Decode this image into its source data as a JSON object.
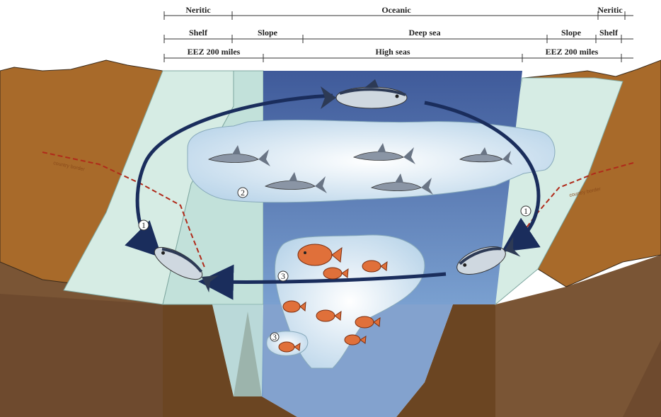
{
  "scale_bars": {
    "row1": {
      "left": "Neritic",
      "center": "Oceanic",
      "right": "Neritic"
    },
    "row2": {
      "left": "Shelf",
      "left_slope": "Slope",
      "center": "Deep sea",
      "right_slope": "Slope",
      "right": "Shelf"
    },
    "row3": {
      "left": "EEZ 200 miles",
      "center": "High seas",
      "right": "EEZ 200 miles"
    }
  },
  "markers": {
    "m1": "1",
    "m1r": "1",
    "m2": "2",
    "m3": "3",
    "m3b": "3"
  },
  "border_labels": {
    "left": "country border",
    "right": "country border"
  },
  "colors": {
    "land": "#a86a2a",
    "land_dark": "#6b4522",
    "sea_floor": "#7a5535",
    "shelf_water": "#d6ece4",
    "deep_water": "#4f6fa8",
    "arrow": "#1a2d5c",
    "border_line": "#b02a1a"
  },
  "icons": [
    "tuna-icon",
    "shark-icon",
    "reef-fish-icon",
    "migration-arrow-icon"
  ]
}
